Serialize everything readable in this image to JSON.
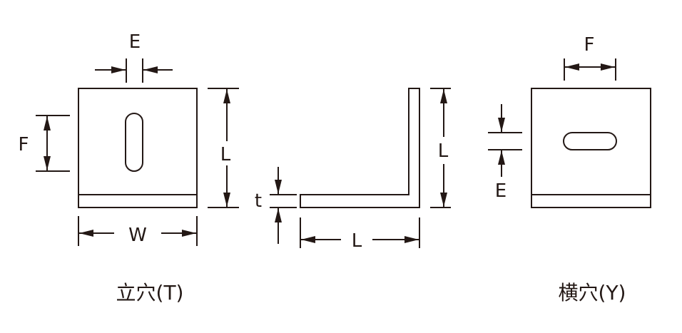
{
  "diagram": {
    "line_color": "#231815",
    "background": "#ffffff",
    "views": {
      "vertical_hole": {
        "caption": "立穴(T)",
        "labels": {
          "E": "E",
          "F": "F",
          "L": "L",
          "W": "W"
        }
      },
      "side_profile": {
        "labels": {
          "t": "t",
          "L_vertical": "L",
          "L_horizontal": "L"
        }
      },
      "horizontal_hole": {
        "caption": "横穴(Y)",
        "labels": {
          "F": "F",
          "E": "E"
        }
      }
    }
  }
}
